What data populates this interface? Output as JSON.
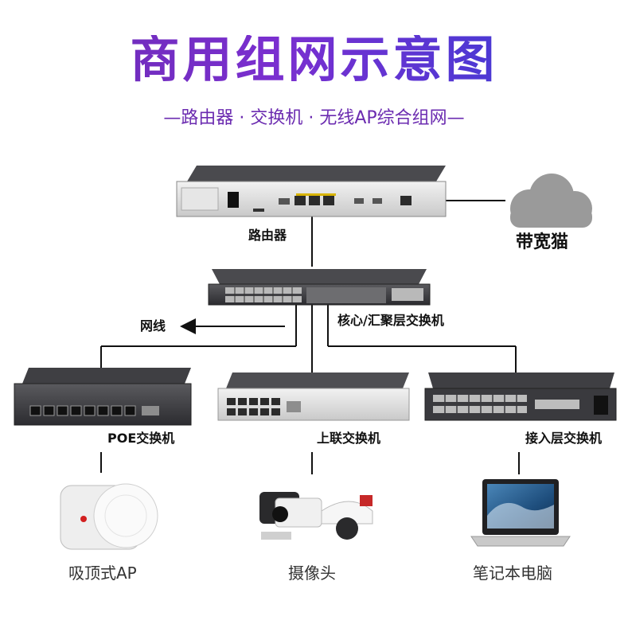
{
  "header": {
    "title": "商用组网示意图",
    "subtitle": "—路由器 · 交换机 · 无线AP综合组网—"
  },
  "labels": {
    "router": "路由器",
    "modem": "带宽猫",
    "core_switch": "核心/汇聚层交换机",
    "cable": "网线",
    "poe_switch": "POE交换机",
    "uplink_switch": "上联交换机",
    "access_switch": "接入层交换机"
  },
  "devices": {
    "ap": "吸顶式AP",
    "camera": "摄像头",
    "laptop": "笔记本电脑"
  },
  "colors": {
    "title_start": "#6b2bb0",
    "title_end": "#2e3fd6",
    "subtitle": "#6b2bb0",
    "cloud": "#9a9a9a",
    "line": "#111111",
    "device_body": "#3c3c40"
  }
}
